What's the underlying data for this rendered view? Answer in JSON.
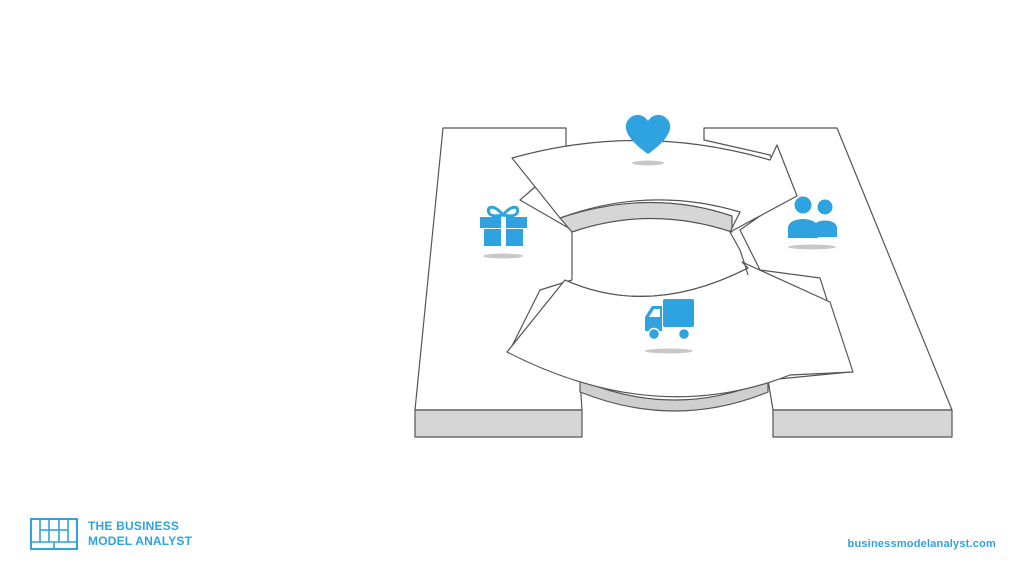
{
  "brand": {
    "name_line1": "THE BUSINESS",
    "name_line2": "MODEL ANALYST",
    "website": "businessmodelanalyst.com"
  },
  "colors": {
    "accent": "#2ea3e0",
    "outline": "#555555",
    "side_fill": "#d6d6d6",
    "shadow": "#c8c8c8"
  },
  "icons": [
    "heart-icon",
    "gift-icon",
    "users-icon",
    "truck-icon"
  ]
}
